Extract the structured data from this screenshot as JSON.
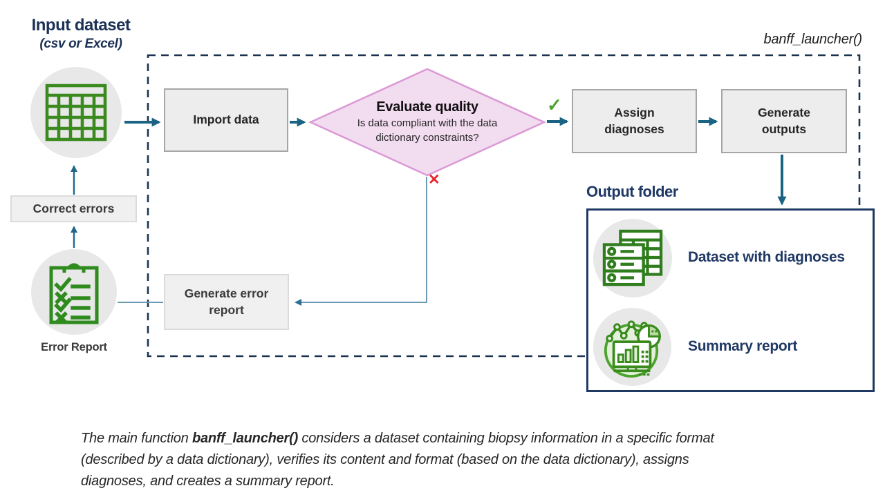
{
  "function_label": "banff_launcher()",
  "input": {
    "heading": "Input dataset",
    "subheading": "(csv or Excel)",
    "icon": "spreadsheet-table-icon"
  },
  "flow": {
    "import_box": "Import data",
    "decision": {
      "title": "Evaluate quality",
      "question": "Is data compliant with the data\ndictionary constraints?"
    },
    "yes_mark": "✓",
    "no_mark": "✕",
    "assign_box": "Assign\ndiagnoses",
    "outputs_box": "Generate\noutputs",
    "generate_error_box": "Generate error\nreport",
    "correct_errors_box": "Correct errors"
  },
  "error_report": {
    "label": "Error Report",
    "icon": "clipboard-checklist-icon"
  },
  "output_folder": {
    "heading": "Output folder",
    "items": [
      {
        "icon": "dataset-table-icon",
        "label": "Dataset with diagnoses"
      },
      {
        "icon": "summary-chart-icon",
        "label": "Summary report"
      }
    ]
  },
  "caption": {
    "prefix": "The main function ",
    "emphasis": "banff_launcher()",
    "suffix": " considers a dataset containing biopsy information in a specific format (described by a data dictionary), verifies its content and format (based on the data dictionary), assigns diagnoses, and creates a summary report."
  },
  "colors": {
    "navy_text": "#1F3864",
    "dashed_border": "#1A3350",
    "thick_arrow": "#1B6383",
    "thin_line": "#6E99B4",
    "green_icon": "#3A8A1E",
    "check_green": "#4DA12F",
    "cross_red": "#E9242B",
    "diamond_fill": "#F2DCF0",
    "diamond_border": "#DC9AD6",
    "main_box_fill": "#EDEDED",
    "main_box_border": "#A6A6A6",
    "soft_box_fill": "#F0F0F0",
    "circle_gray": "#E8E8E8"
  }
}
